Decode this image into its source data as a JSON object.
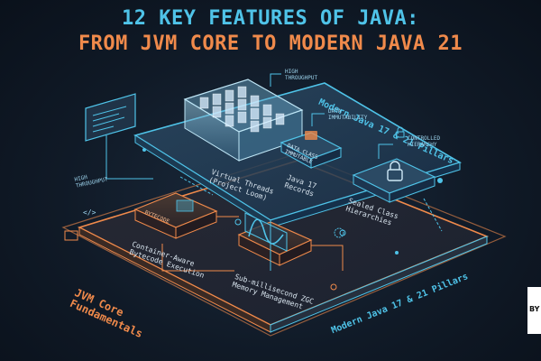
{
  "title": {
    "line1": "12 KEY FEATURES OF JAVA:",
    "line2": "FROM JVM CORE TO MODERN JAVA 21"
  },
  "layers": {
    "top": "Modern Java 17 & 21 Pillars",
    "bottom_left": "JVM Core\nFundamentals",
    "bottom_right": "Modern Java 17 & 21 Pillars"
  },
  "nodes": {
    "virtual_threads": "Virtual Threads\n(Project Loom)",
    "records": "Java 17\nRecords",
    "sealed": "Sealed Class\nHierarchies",
    "container": "Container-Aware\nBytecode Execution",
    "zgc": "Sub-millisecond ZGC\nMemory Management",
    "bytecode_chip": "BYTECODE",
    "records_chip": "DATA CLASS\nIMMUTABLE"
  },
  "callouts": {
    "high_throughput_top": "HIGH\nTHROUGHPUT",
    "data_immutability": "DATA\nIMMUTABILITY",
    "controlled_hierarchy": "CONTROLLED\nHIERARCHY",
    "high_throughput_left": "HIGH\nTHROUGHPUT",
    "code_tag": "</>"
  },
  "badge": "BY",
  "colors": {
    "title_top": "#4fc3e8",
    "title_bottom": "#f08a4b",
    "cyan": "#4fc3e8",
    "orange": "#f08a4b"
  }
}
